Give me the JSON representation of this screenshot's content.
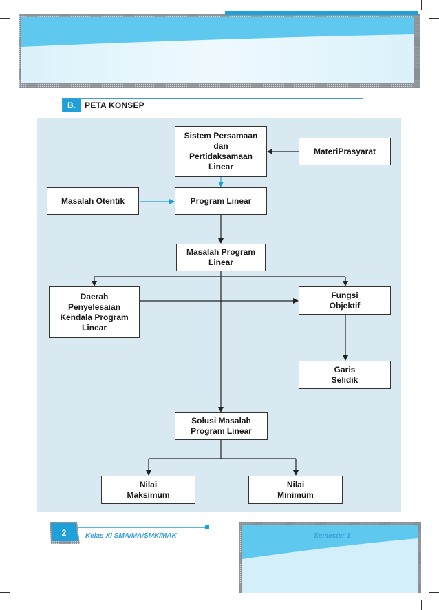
{
  "section": {
    "letter": "B.",
    "title": "PETA KONSEP"
  },
  "nodes": {
    "spldv": "Sistem Persamaan\ndan\nPertidaksamaan\nLinear",
    "prasyarat": "MateriPrasyarat",
    "otentik": "Masalah Otentik",
    "program": "Program Linear",
    "masalah": "Masalah Program\nLinear",
    "daerah": "Daerah\nPenyelesaian\nKendala Program\nLinear",
    "fungsi": "Fungsi\nObjektif",
    "garis": "Garis\nSelidik",
    "solusi": "Solusi Masalah\nProgram Linear",
    "maks": "Nilai\nMaksimum",
    "min": "Nilai\nMinimum"
  },
  "footer": {
    "page": "2",
    "book": "Kelas XI SMA/MA/SMK/MAK",
    "semester": "Semester 1"
  },
  "colors": {
    "accent": "#1ea0d8",
    "panel": "#d9e9f2",
    "banner": "#5ec8ef"
  }
}
